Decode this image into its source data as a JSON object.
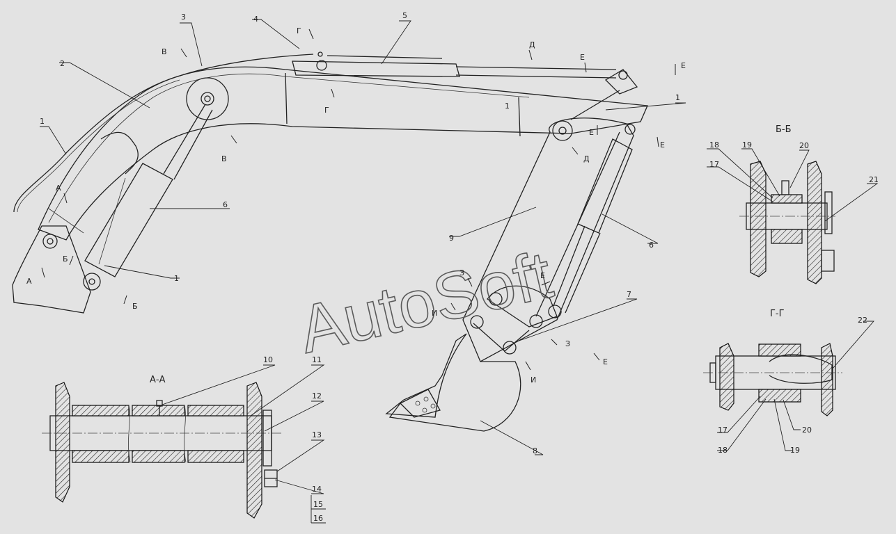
{
  "watermark": "AutoSoft",
  "sections": {
    "aa": "А-А",
    "bb": "Б-Б",
    "gg": "Г-Г"
  },
  "cut_marks": [
    "А",
    "А",
    "Б",
    "Б",
    "В",
    "В",
    "Г",
    "Г",
    "Д",
    "Д",
    "Е",
    "Е",
    "Е",
    "Е",
    "Е",
    "Е",
    "З",
    "З",
    "И",
    "И"
  ],
  "main_labels": [
    "1",
    "1",
    "1",
    "1",
    "2",
    "3",
    "4",
    "5",
    "6",
    "6",
    "7",
    "8",
    "9"
  ],
  "aa_labels": [
    "10",
    "11",
    "12",
    "13",
    "14",
    "15",
    "16"
  ],
  "bb_labels": [
    "17",
    "18",
    "19",
    "20",
    "21"
  ],
  "gg_labels": [
    "17",
    "18",
    "19",
    "20",
    "22"
  ]
}
